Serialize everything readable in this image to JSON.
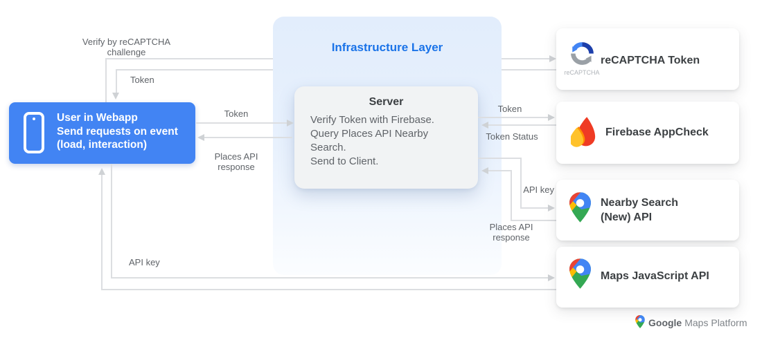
{
  "colors": {
    "accent_blue": "#4285f4",
    "infra_title_blue": "#1a73e8",
    "label_gray": "#5f6368",
    "card_title_gray": "#3c4043",
    "line_gray": "#dcdee1",
    "server_bg": "#f1f3f4"
  },
  "user_box": {
    "lines": [
      "User in Webapp",
      "Send requests on event",
      "(load, interaction)"
    ]
  },
  "infrastructure": {
    "title": "Infrastructure Layer",
    "server": {
      "title": "Server",
      "body_lines": [
        "Verify Token with Firebase.",
        "Query Places API Nearby",
        "Search.",
        "Send to Client."
      ]
    }
  },
  "cards": [
    {
      "title": "reCAPTCHA Token",
      "icon": "recaptcha-icon",
      "icon_caption": "reCAPTCHA"
    },
    {
      "title": "Firebase AppCheck",
      "icon": "firebase-icon"
    },
    {
      "title_line1": "Nearby Search",
      "title_line2": "(New) API",
      "icon": "maps-pin-icon"
    },
    {
      "title": "Maps JavaScript API",
      "icon": "maps-pin-icon"
    }
  ],
  "edge_labels": {
    "verify_line1": "Verify by reCAPTCHA",
    "verify_line2": "challenge",
    "token_recaptcha": "Token",
    "token_user_to_server": "Token",
    "places_response_user_line1": "Places API",
    "places_response_user_line2": "response",
    "token_server_firebase": "Token",
    "token_status": "Token Status",
    "api_key_server": "API key",
    "places_response_server_line1": "Places API",
    "places_response_server_line2": "response",
    "api_key_user": "API key"
  },
  "footer": {
    "brand_primary": "Google",
    "brand_secondary": "Maps Platform"
  }
}
